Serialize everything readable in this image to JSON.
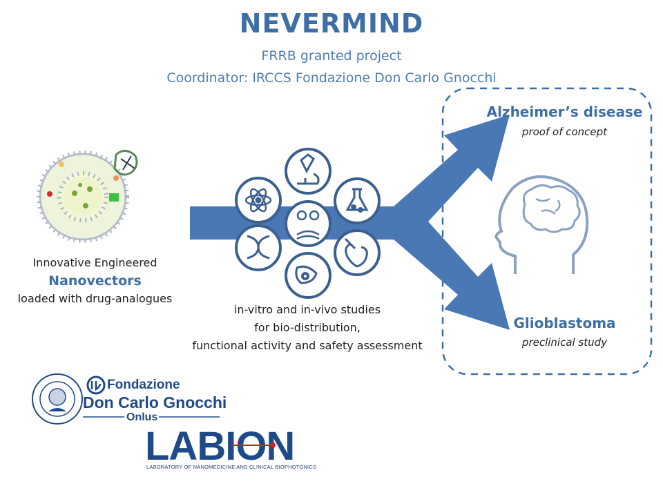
{
  "header": {
    "title": "NEVERMIND",
    "subtitle_project": "FRRB granted project",
    "subtitle_coordinator": "Coordinator:  IRCCS Fondazione Don Carlo Gnocchi"
  },
  "nanovectors": {
    "line1": "Innovative Engineered",
    "line2": "Nanovectors",
    "line3": "loaded with drug-analogues"
  },
  "studies": {
    "line1": "in-vitro and in-vivo studies",
    "line2": "for bio-distribution,",
    "line3": "functional activity and safety assessment",
    "icons": [
      "microscope-icon",
      "flask-icon",
      "heart-syringe-icon",
      "cell-icon",
      "dna-icon",
      "atom-icon",
      "scientist-icon"
    ]
  },
  "outcomes": {
    "alzheimer_title": "Alzheimer’s disease",
    "alzheimer_sub": "proof of concept",
    "glio_title": "Glioblastoma",
    "glio_sub": "preclinical study"
  },
  "logos": {
    "fondazione_line1": "Fondazione",
    "fondazione_line2": "Don Carlo Gnocchi",
    "fondazione_line3": "Onlus",
    "labion": "LABION",
    "labion_sub": "LABORATORY OF NANOMEDICINE AND CLINICAL BIOPHOTONICS"
  },
  "colors": {
    "accent": "#3d6fa6",
    "arrow": "#4a78b5",
    "icon": "#3b5f8f",
    "dashed_box": "#3d6fa6",
    "logo_blue": "#1f4a8a",
    "logo_red": "#d22020"
  }
}
